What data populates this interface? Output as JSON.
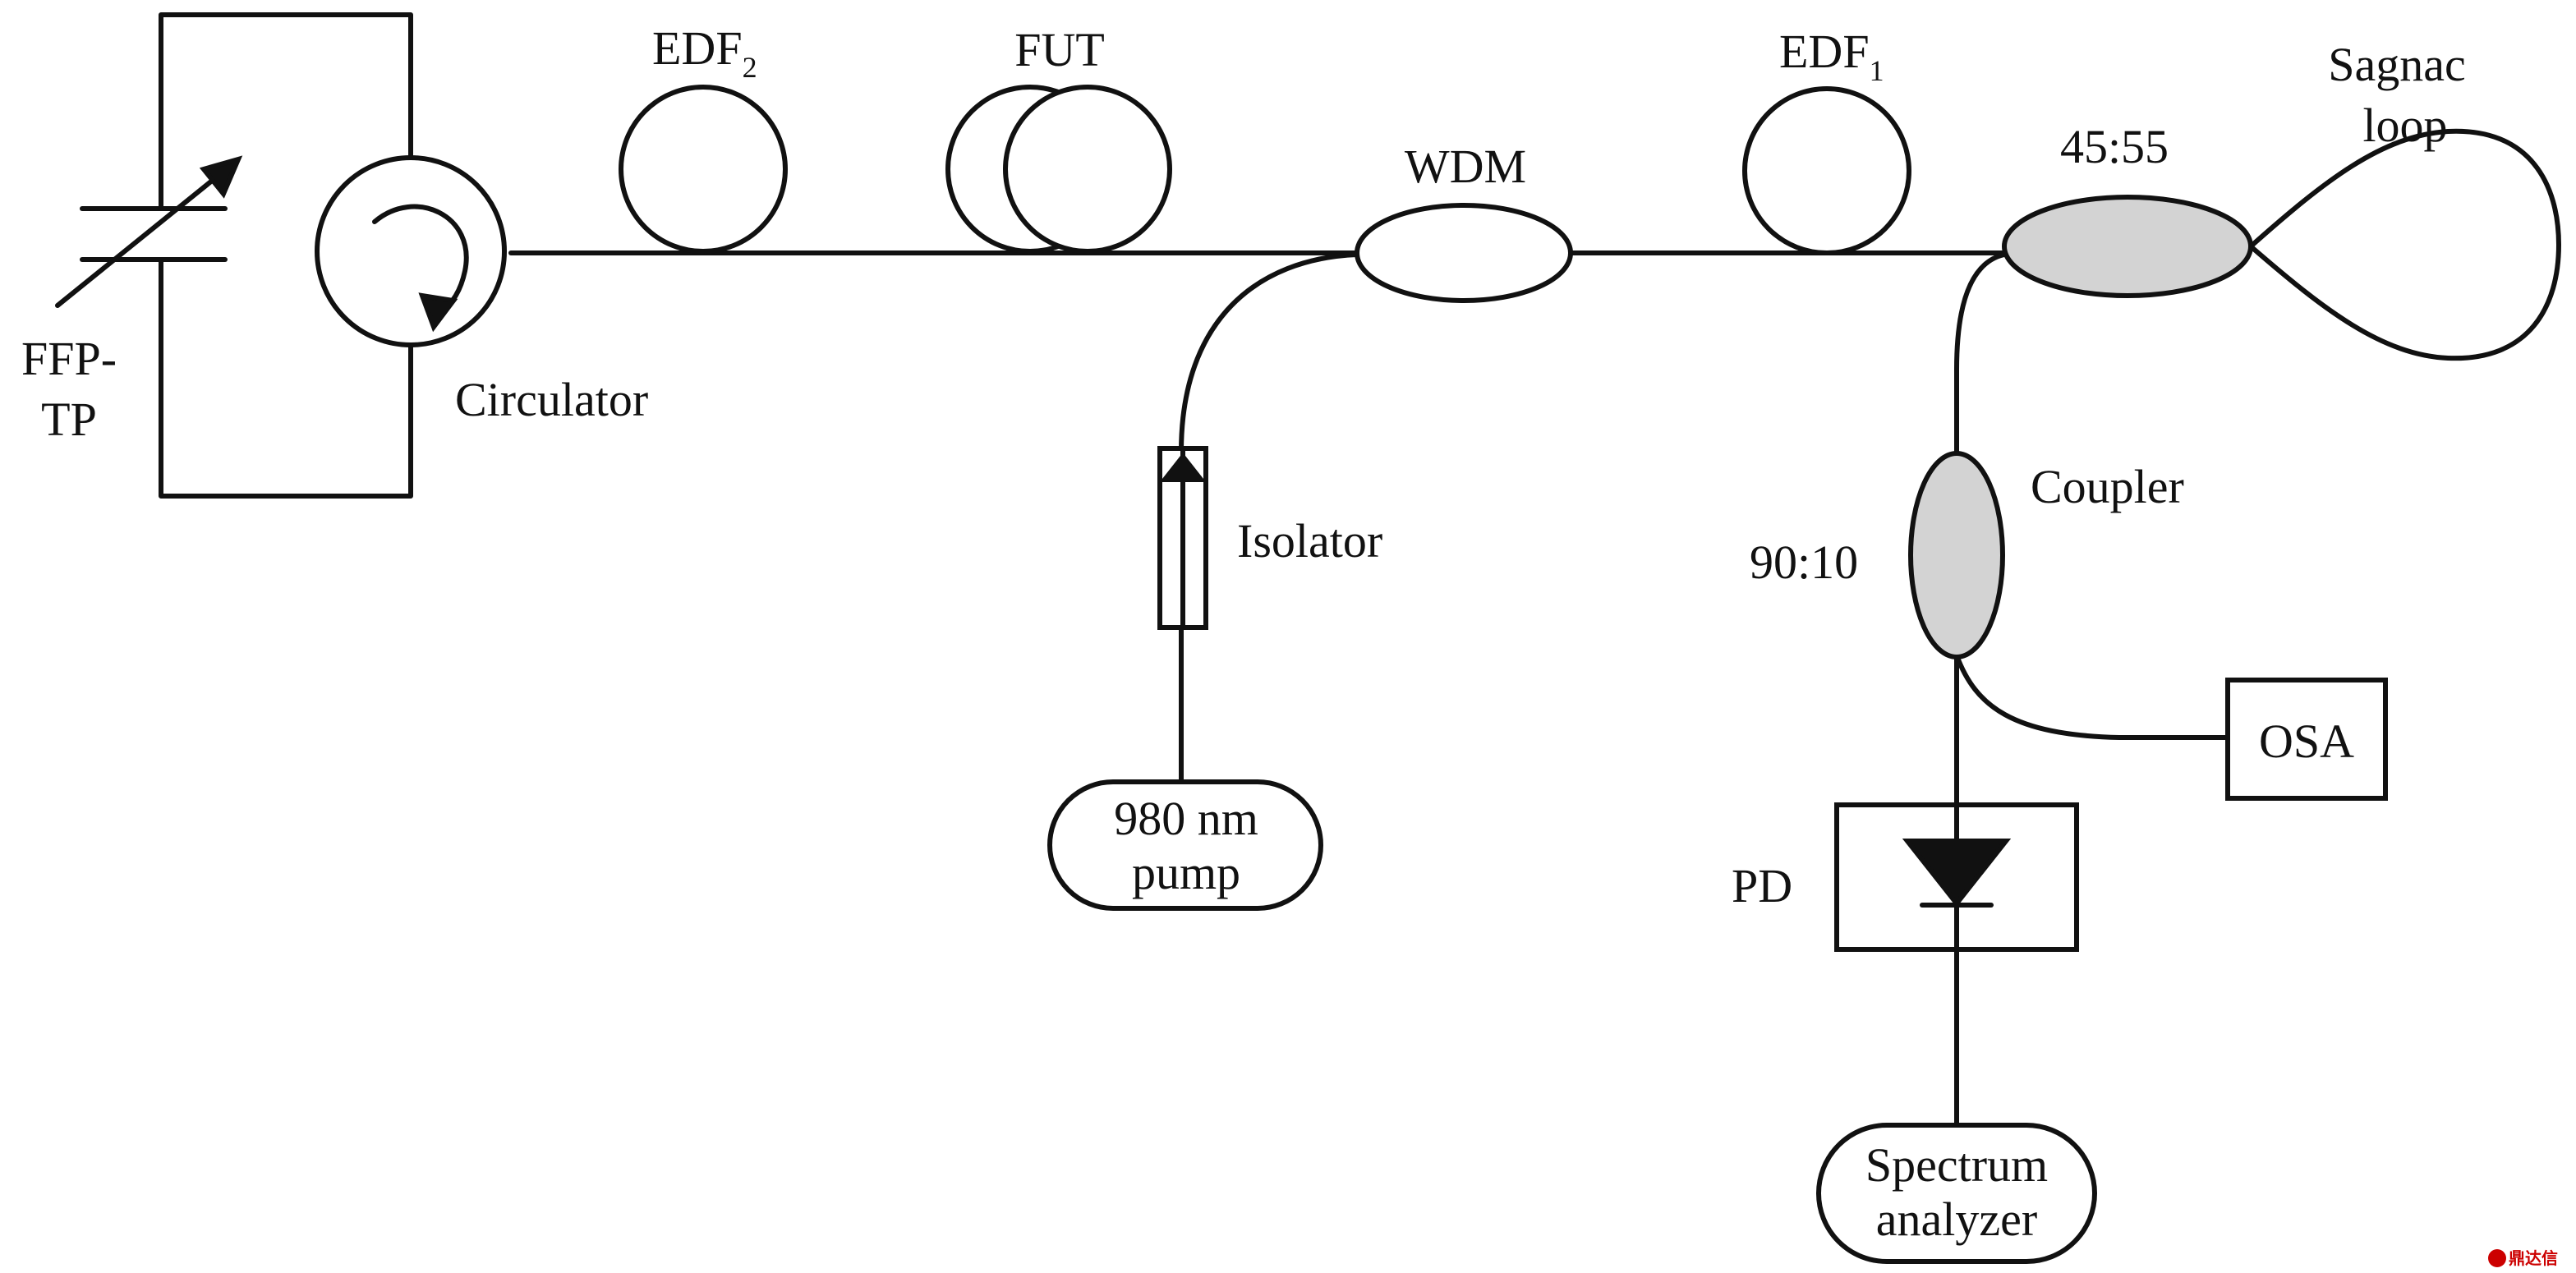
{
  "colors": {
    "line": "#111111",
    "coupler_fill": "#d3d3d3",
    "background": "#ffffff",
    "watermark": "#cc0000"
  },
  "components": {
    "ffp_tf": {
      "line1": "FFP-",
      "line2": "TP"
    },
    "circulator": {
      "label": "Circulator",
      "icon": "circular-arrow-icon"
    },
    "edf2": {
      "label": "EDF",
      "subscript": "2"
    },
    "fut": {
      "label": "FUT"
    },
    "wdm": {
      "label": "WDM"
    },
    "edf1": {
      "label": "EDF",
      "subscript": "1"
    },
    "coupler_45_55": {
      "ratio": "45:55"
    },
    "sagnac_loop": {
      "line1": "Sagnac",
      "line2": "loop"
    },
    "coupler_90_10": {
      "label": "Coupler",
      "ratio": "90:10"
    },
    "isolator": {
      "label": "Isolator"
    },
    "pump": {
      "line1": "980 nm",
      "line2": "pump"
    },
    "osa": {
      "label": "OSA"
    },
    "pd": {
      "label": "PD"
    },
    "spectrum_analyzer": {
      "line1": "Spectrum",
      "line2": "analyzer"
    }
  },
  "watermark": {
    "text": "鼎达信"
  }
}
